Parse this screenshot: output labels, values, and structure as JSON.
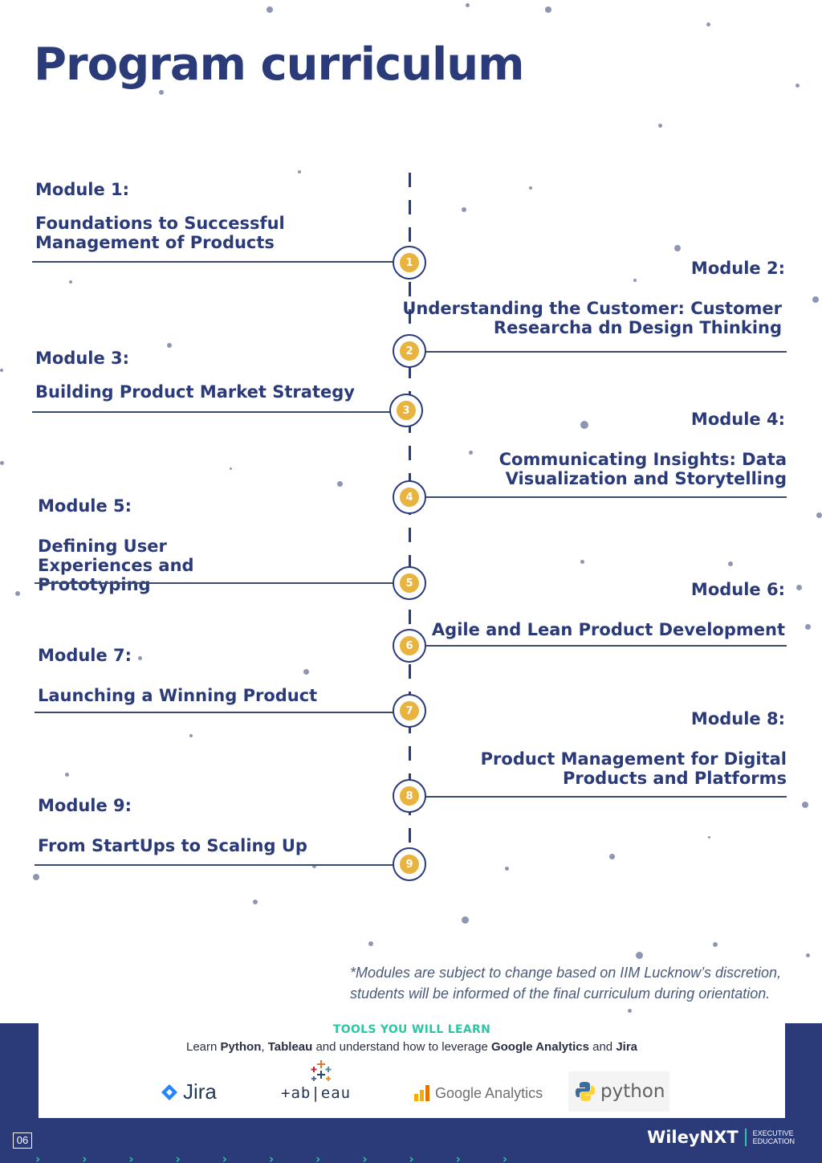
{
  "page": {
    "title": "Program curriculum",
    "page_number": "06"
  },
  "modules": [
    {
      "number_label": "Module 1:",
      "name": "Foundations to Successful Management of Products",
      "badge": "1"
    },
    {
      "number_label": "Module 2:",
      "name": "Understanding the Customer: Customer Researcha dn Design Thinking",
      "badge": "2"
    },
    {
      "number_label": "Module 3:",
      "name": "Building Product Market Strategy",
      "badge": "3"
    },
    {
      "number_label": "Module 4:",
      "name": "Communicating Insights: Data Visualization and Storytelling",
      "badge": "4"
    },
    {
      "number_label": "Module 5:",
      "name": "Defining User Experiences and Prototyping",
      "badge": "5"
    },
    {
      "number_label": "Module 6:",
      "name": "Agile and Lean Product Development",
      "badge": "6"
    },
    {
      "number_label": "Module 7:",
      "name": "Launching a Winning Product",
      "badge": "7"
    },
    {
      "number_label": "Module 8:",
      "name": "Product Management for Digital Products and Platforms",
      "badge": "8"
    },
    {
      "number_label": "Module 9:",
      "name": "From StartUps to Scaling Up",
      "badge": "9"
    }
  ],
  "footnote": "*Modules are subject to change based on IIM Lucknow’s discretion, students will be informed of the final curriculum during orientation.",
  "tools": {
    "heading": "TOOLS YOU WILL LEARN",
    "desc_prefix": "Learn ",
    "tool_1": "Python",
    "sep_1": ", ",
    "tool_2": "Tableau",
    "desc_middle": " and understand how to leverage ",
    "tool_3": "Google Analytics",
    "sep_2": " and ",
    "tool_4": "Jira",
    "logos": {
      "jira": "Jira",
      "tableau": "+ab|eau",
      "google_analytics": "Google Analytics",
      "python": "python"
    }
  },
  "brand": {
    "name": "WileyNXT",
    "tag_line_1": "EXECUTIVE",
    "tag_line_2": "EDUCATION"
  },
  "colors": {
    "primary_navy": "#2b3a78",
    "badge_gold": "#e8b33e",
    "accent_teal": "#2dc6a4"
  },
  "icons": [
    "jira-logo-icon",
    "tableau-logo-icon",
    "google-analytics-icon",
    "python-logo-icon",
    "chevron-right-icon"
  ]
}
